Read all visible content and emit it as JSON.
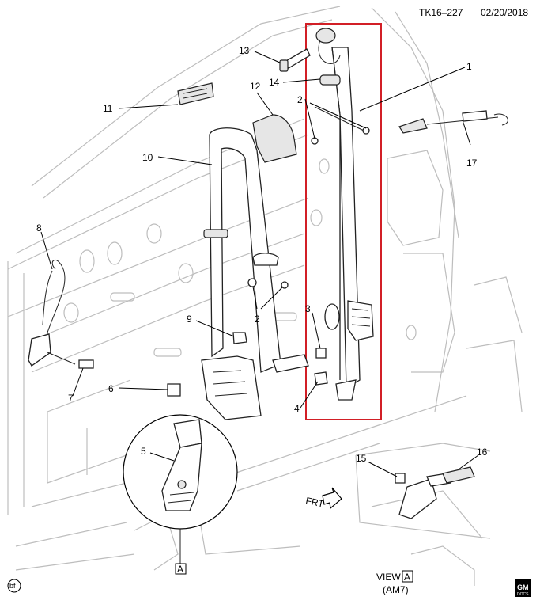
{
  "header": {
    "doc_id": "TK16–227",
    "date": "02/20/2018"
  },
  "callouts": {
    "c1": "1",
    "c2a": "2",
    "c2b": "2",
    "c3": "3",
    "c4": "4",
    "c5": "5",
    "c6": "6",
    "c7": "7",
    "c8": "8",
    "c9": "9",
    "c10": "10",
    "c11": "11",
    "c12": "12",
    "c13": "13",
    "c14": "14",
    "c15": "15",
    "c16": "16",
    "c17": "17"
  },
  "view_ref": {
    "ref_letter": "A",
    "view_word": "VIEW",
    "view_letter": "A",
    "option_code": "(AM7)"
  },
  "direction": "FRT",
  "corner_mark": "bf",
  "brand_mark": {
    "line1": "GM",
    "line2": "DOCS"
  },
  "highlight_color": "#d21f26"
}
